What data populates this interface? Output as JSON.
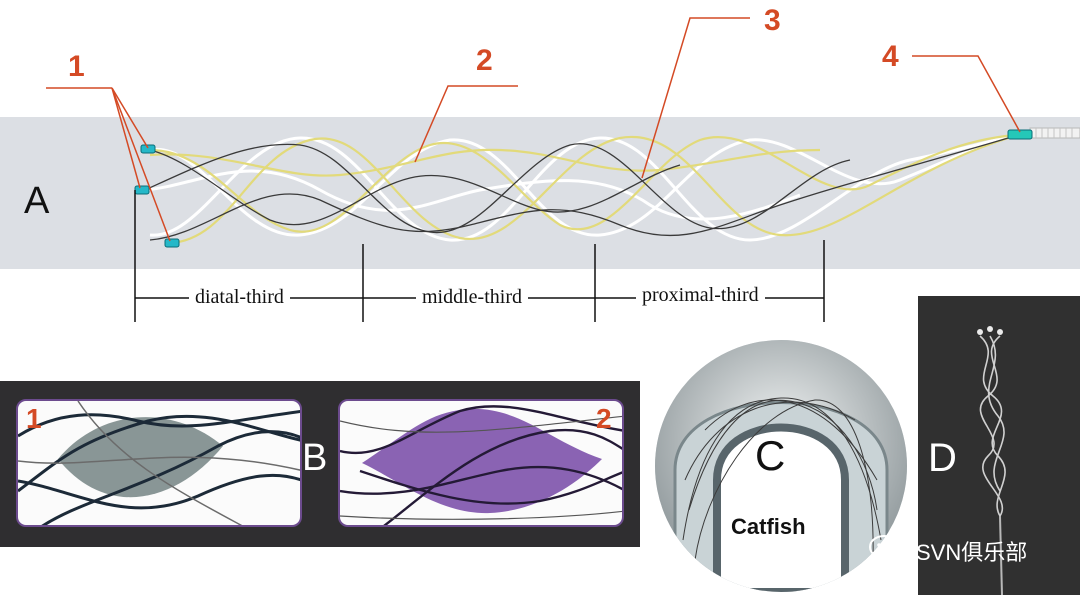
{
  "panels": {
    "a": {
      "letter": "A",
      "callouts": [
        "1",
        "2",
        "3",
        "4"
      ],
      "segments": [
        "diatal-third",
        "middle-third",
        "proximal-third"
      ]
    },
    "b": {
      "letter": "B",
      "sub_labels": [
        "1",
        "2"
      ]
    },
    "c": {
      "letter": "C",
      "caption": "Catfish"
    },
    "d": {
      "letter": "D"
    }
  },
  "watermark": {
    "text": "SVN俱乐部"
  },
  "colors": {
    "callout": "#d44a25",
    "tube": "#dcdfe4",
    "wire_yellow": "#e2da7a",
    "wire_dark": "#3a3a3a",
    "marker": "#25b8c8",
    "cell_gray": "#7f8d8d",
    "cell_purple": "#8a63b3"
  }
}
